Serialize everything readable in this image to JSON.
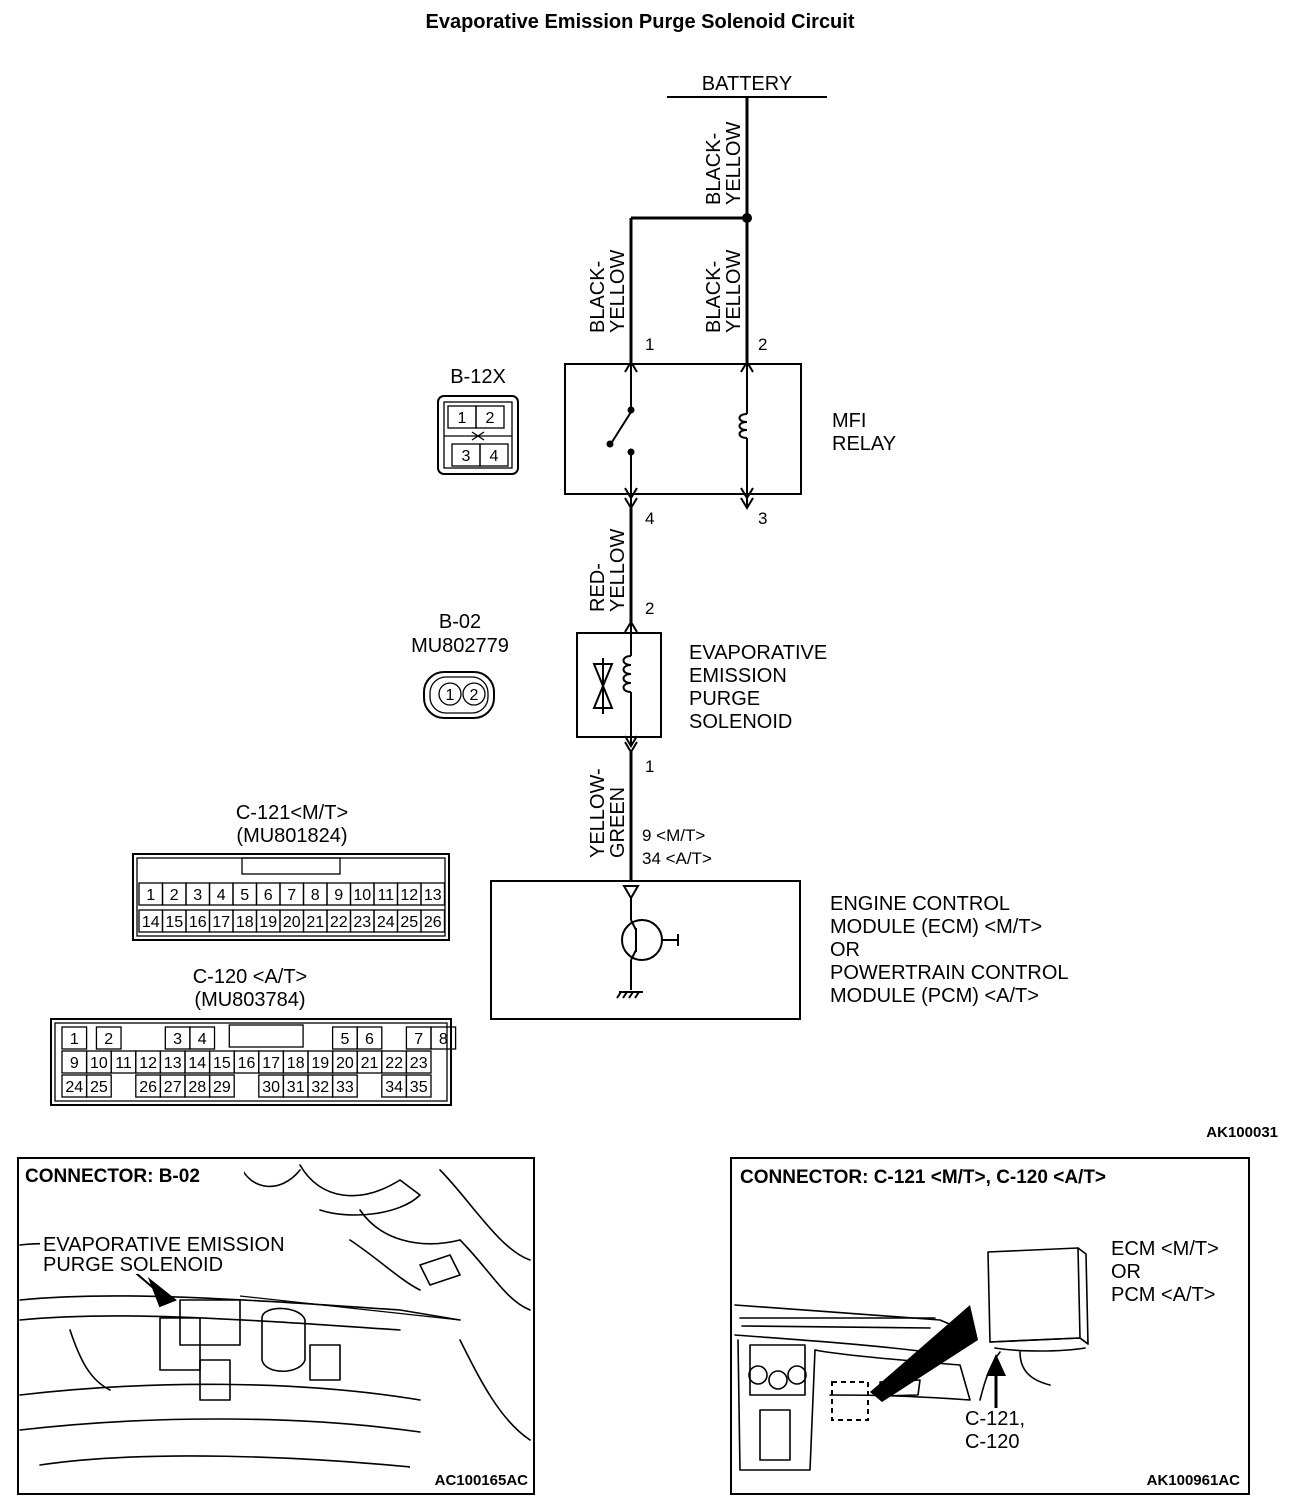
{
  "title": "Evaporative Emission Purge Solenoid  Circuit",
  "battery": "BATTERY",
  "wires": {
    "battery_feed": [
      "BLACK-",
      "YELLOW"
    ],
    "relay_pin1": [
      "BLACK-",
      "YELLOW"
    ],
    "relay_pin2": [
      "BLACK-",
      "YELLOW"
    ],
    "relay_out": [
      "RED-",
      "YELLOW"
    ],
    "solenoid_out": [
      "YELLOW-",
      "GREEN"
    ]
  },
  "relay": {
    "name": [
      "MFI",
      "RELAY"
    ],
    "pins": {
      "p1": "1",
      "p2": "2",
      "p4": "4",
      "p3": "3"
    }
  },
  "solenoid": {
    "name": [
      "EVAPORATIVE",
      "EMISSION",
      "PURGE",
      "SOLENOID"
    ],
    "pins": {
      "top": "2",
      "bottom": "1"
    }
  },
  "ecm": {
    "pins": [
      "9 <M/T>",
      "34 <A/T>"
    ],
    "name": [
      "ENGINE CONTROL",
      "MODULE (ECM) <M/T>",
      "OR",
      "POWERTRAIN CONTROL",
      "MODULE (PCM) <A/T>"
    ]
  },
  "conn_b12x": {
    "label": "B-12X",
    "pins": [
      "1",
      "2",
      "3",
      "4"
    ]
  },
  "conn_b02": {
    "label": "B-02",
    "part": "MU802779",
    "pins": [
      "1",
      "2"
    ]
  },
  "conn_c121": {
    "label": "C-121<M/T>",
    "part": "(MU801824)",
    "row1": [
      "1",
      "2",
      "3",
      "4",
      "5",
      "6",
      "7",
      "8",
      "9",
      "10",
      "11",
      "12",
      "13"
    ],
    "row2": [
      "14",
      "15",
      "16",
      "17",
      "18",
      "19",
      "20",
      "21",
      "22",
      "23",
      "24",
      "25",
      "26"
    ]
  },
  "conn_c120": {
    "label": "C-120 <A/T>",
    "part": "(MU803784)",
    "row1": [
      "1",
      "2",
      "",
      "3",
      "4",
      "",
      "",
      "",
      "",
      "5",
      "6",
      "",
      "7",
      "8"
    ],
    "row2": [
      "9",
      "10",
      "11",
      "12",
      "13",
      "14",
      "15",
      "16",
      "17",
      "18",
      "19",
      "20",
      "21",
      "22",
      "23"
    ],
    "row3": [
      "24",
      "25",
      "",
      "26",
      "27",
      "28",
      "29",
      "",
      "30",
      "31",
      "32",
      "33",
      "",
      "34",
      "35"
    ]
  },
  "figure_code_top": "AK100031",
  "panel_left": {
    "header": "CONNECTOR: B-02",
    "callout": [
      "EVAPORATIVE EMISSION",
      "PURGE SOLENOID"
    ],
    "code": "AC100165AC"
  },
  "panel_right": {
    "header": "CONNECTOR: C-121 <M/T>, C-120 <A/T>",
    "module": [
      "ECM <M/T>",
      "OR",
      "PCM <A/T>"
    ],
    "arrow_label": [
      "C-121,",
      "C-120"
    ],
    "code": "AK100961AC"
  }
}
